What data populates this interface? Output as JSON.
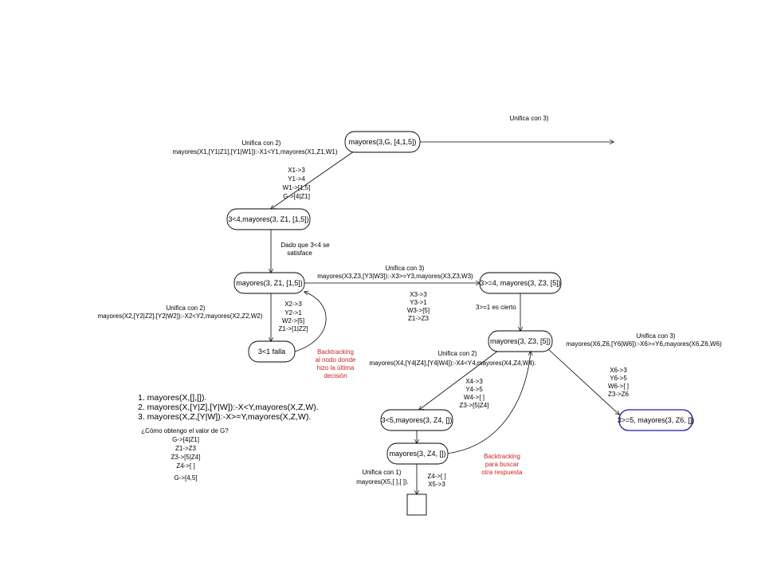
{
  "nodes": {
    "root": "mayores(3,G, [4,1,5])",
    "n1": "3<4,mayores(3, Z1, [1,5])",
    "n2": "mayores(3, Z1, [1,5])",
    "fail": "3<1 falla",
    "n3": "3>=4, mayores(3, Z3, [5])",
    "n4": "mayores(3, Z3, [5])",
    "n5": "3<5,mayores(3, Z4, [])",
    "n6": "mayores(3, Z4, [])",
    "n7": "3>=5, mayores(3, Z6, [])"
  },
  "labels": {
    "unifica3_top": "Unifica con 3)",
    "unifica2_a": "Unifica con 2)",
    "rule2_a": "mayores(X1,[Y1|Z1],[Y1|W1]):-X1<Y1,mayores(X1,Z1,W1)",
    "bind1": [
      "X1->3",
      "Y1->4",
      "W1->[1,5]",
      "G->[4|Z1]"
    ],
    "dado": [
      "Dado que 3<4 se",
      "satisface"
    ],
    "unifica3_b": "Unifica con 3)",
    "rule3_b": "mayores(X3,Z3,[Y3|W3]):-X3>=Y3,mayores(X3,Z3,W3)",
    "bind3": [
      "X3->3",
      "Y3->1",
      "W3->[5]",
      "Z1->Z3"
    ],
    "cierto": "3>=1 es cierto",
    "unifica2_c": "Unifica con 2)",
    "rule2_c": "mayores(X2,[Y2|Z2],[Y2|W2]):-X2<Y2,mayores(X2,Z2,W2)",
    "bind2": [
      "X2->3",
      "Y2->1",
      "W2->[5]",
      "Z1->[1|Z2]"
    ],
    "backtrack1": [
      "Backtracking",
      "al nodo donde",
      "hizo la última",
      "decisión"
    ],
    "unifica3_d": "Unifica con 3)",
    "rule3_d": "mayores(X6,Z6,[Y6|W6]):-X6>=Y6,mayores(X6,Z6,W6)",
    "unifica2_e": "Unifica con 2)",
    "rule2_e": "mayores(X4,[Y4|Z4],[Y4|W4]):-X4<Y4,mayores(X4,Z4,W4).",
    "bind4": [
      "X4->3",
      "Y4->5",
      "W4->[ ]",
      "Z3->[5|Z4]"
    ],
    "bind6": [
      "X6->3",
      "Y6->5",
      "W6->[ ]",
      "Z3->Z6"
    ],
    "backtrack2": [
      "Backtracking",
      "para buscar",
      "otra respuesta"
    ],
    "unifica1": "Unifica con 1)",
    "rule1": "mayores(X5,[ ],[ ]).",
    "bind5": [
      "Z4->[ ]",
      "X5->3"
    ]
  },
  "rules": [
    "1. mayores(X,[],[]).",
    "2. mayores(X,[Y|Z],[Y|W]):-X<Y,mayores(X,Z,W).",
    "3. mayores(X,Z,[Y|W]):-X>=Y,mayores(X,Z,W)."
  ],
  "question": "¿Cómo obtengo el valor de G?",
  "derivation": [
    "G->[4|Z1]",
    "Z1->Z3",
    "Z3->[5|Z4]",
    "Z4->[ ]",
    "",
    "G->[4,5]"
  ],
  "colors": {
    "backtrack_text": "#cc2222",
    "highlight_border": "#1a1aaa"
  }
}
